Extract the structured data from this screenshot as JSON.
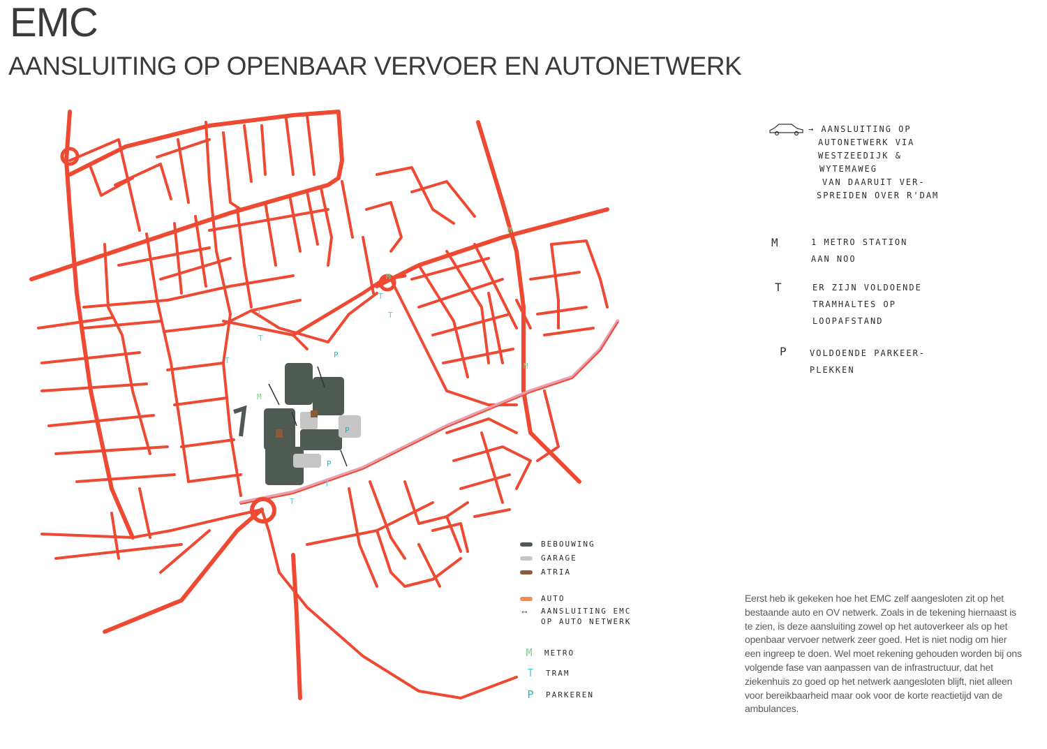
{
  "header": {
    "title": "EMC",
    "subtitle": "AANSLUITING OP OPENBAAR VERVOER EN AUTONETWERK"
  },
  "colors": {
    "road": "#ee4a33",
    "ring_road": "#e8a0b0",
    "building": "#4f5a52",
    "garage": "#c6c6c6",
    "atria": "#8a5a3a",
    "metro": "#7bd08a",
    "tram": "#5cc9c9",
    "parking": "#2bb5b5"
  },
  "annotations": {
    "car_note": {
      "icon": "car-icon",
      "lines": [
        "→ AANSLUITING OP",
        "AUTONETWERK VIA",
        "WESTZEEDIJK &",
        "WYTEMAWEG",
        "VAN DAARUIT VER-",
        "SPREIDEN OVER R'DAM"
      ]
    },
    "metro_note": {
      "symbol": "M",
      "lines": [
        "1 METRO STATION",
        "AAN NOO"
      ]
    },
    "tram_note": {
      "symbol": "T",
      "lines": [
        "ER ZIJN VOLDOENDE",
        "TRAMHALTES OP",
        "LOOPAFSTAND"
      ]
    },
    "parking_note": {
      "symbol": "P",
      "lines": [
        "VOLDOENDE PARKEER-",
        "PLEKKEN"
      ]
    }
  },
  "map_labels": {
    "metro": "M",
    "tram": "T",
    "parking": "P"
  },
  "legend": {
    "items": [
      {
        "label": "BEBOUWING",
        "kind": "swatch",
        "color": "#4f5a52"
      },
      {
        "label": "GARAGE",
        "kind": "swatch",
        "color": "#c6c6c6"
      },
      {
        "label": "ATRIA",
        "kind": "swatch",
        "color": "#8a5a3a"
      },
      {
        "label": "AUTO",
        "kind": "swatch",
        "color": "#f08a60"
      },
      {
        "label": "AANSLUITING EMC",
        "label2": "OP AUTO NETWERK",
        "kind": "arrow",
        "color": "#333333"
      },
      {
        "label": "METRO",
        "kind": "letter",
        "symbol": "M",
        "color": "#7bd08a"
      },
      {
        "label": "TRAM",
        "kind": "letter",
        "symbol": "T",
        "color": "#5cc9c9"
      },
      {
        "label": "PARKEREN",
        "kind": "letter",
        "symbol": "P",
        "color": "#2bb5b5"
      }
    ]
  },
  "description": "Eerst heb ik gekeken hoe het EMC zelf aangesloten zit op het bestaande auto en OV netwerk. Zoals in de tekening hiernaast is te zien, is deze aansluiting zowel op het autoverkeer als op het openbaar vervoer netwerk zeer goed. Het is niet nodig om hier een ingreep te doen. Wel moet rekening gehouden worden bij ons volgende fase van aanpassen van de infrastructuur, dat het ziekenhuis zo goed op het netwerk aangesloten blijft, niet alleen voor bereikbaarheid maar ook voor de korte reactietijd van de ambulances."
}
